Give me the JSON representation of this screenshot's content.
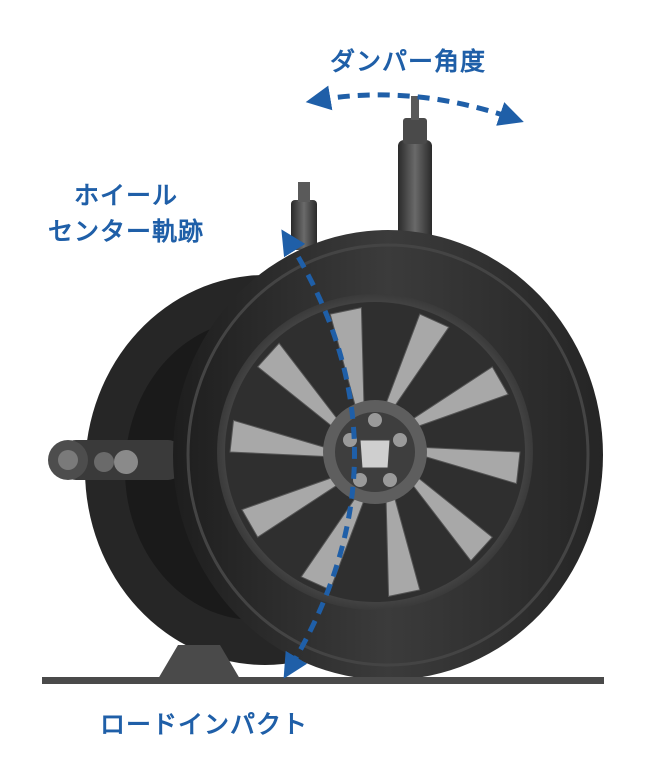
{
  "labels": {
    "damper_angle": "ダンパー角度",
    "wheel_center_line1": "ホイール",
    "wheel_center_line2": "センター軌跡",
    "road_impact": "ロードインパクト"
  },
  "colors": {
    "accent": "#1f5fa8",
    "tire": "#2e2e2e",
    "road": "#4a4a4a",
    "background": "#ffffff"
  },
  "icons": {
    "damper_angle_arrow": "curved-double-arrow-icon",
    "wheel_center_arrow": "curved-double-arrow-icon"
  }
}
